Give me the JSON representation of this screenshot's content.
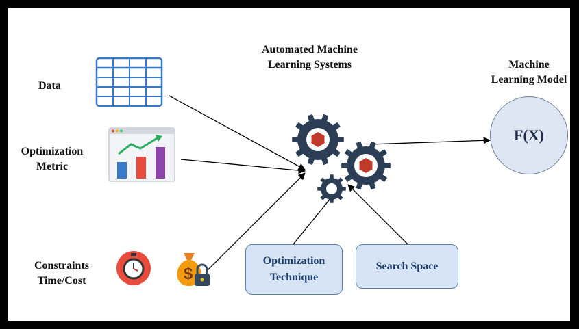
{
  "inputs": {
    "data": "Data",
    "metric_line1": "Optimization",
    "metric_line2": "Metric",
    "constraints_line1": "Constraints",
    "constraints_line2": "Time/Cost"
  },
  "center": {
    "title_line1": "Automated Machine",
    "title_line2": "Learning Systems"
  },
  "output": {
    "title_line1": "Machine",
    "title_line2": "Learning Model",
    "formula": "F(X)"
  },
  "boxes": {
    "optimization_line1": "Optimization",
    "optimization_line2": "Technique",
    "search_space": "Search Space"
  },
  "colors": {
    "gear": "#2c3e55",
    "gear_hub": "#c0392b",
    "box_fill": "#d6e4f5",
    "box_text": "#1f3e6b",
    "table_icon": "#3a78c9",
    "timer": "#e74c3c",
    "money_bag": "#f39c12"
  },
  "icons": [
    "table-icon",
    "bar-chart-icon",
    "stopwatch-icon",
    "money-bag-lock-icon",
    "gears-icon"
  ]
}
